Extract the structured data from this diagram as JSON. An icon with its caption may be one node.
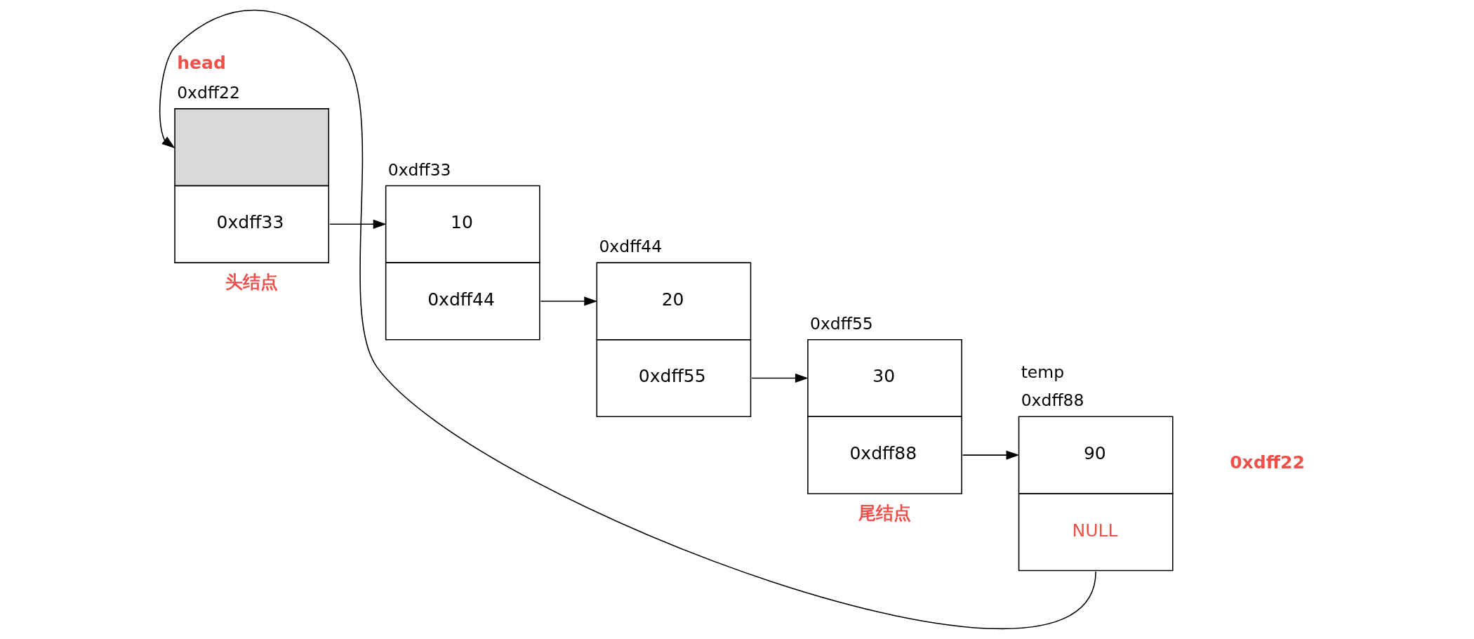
{
  "diagram": {
    "nodes": [
      {
        "text": [
          "0xdff33"
        ],
        "beside": [
          "head",
          "0xdff22",
          "头结点"
        ]
      },
      {
        "text": [
          "10",
          "0xdff44"
        ],
        "beside": [
          "0xdff33"
        ]
      },
      {
        "text": [
          "20",
          "0xdff55"
        ],
        "beside": [
          "0xdff44"
        ]
      },
      {
        "text": [
          "30",
          "0xdff88"
        ],
        "beside": [
          "0xdff55",
          "尾结点"
        ]
      },
      {
        "text": [
          "90",
          "NULL"
        ],
        "beside": [
          "temp",
          "0xdff88"
        ]
      }
    ],
    "edges": [
      {
        "from": 0,
        "to": 1,
        "arrow": "to"
      },
      {
        "from": 1,
        "to": 2,
        "arrow": "to"
      },
      {
        "from": 2,
        "to": 3,
        "arrow": "to"
      },
      {
        "from": 3,
        "to": 4,
        "arrow": "to"
      },
      {
        "from": 4,
        "to": 0,
        "arrow": "to"
      }
    ],
    "labels": [
      "0xdff22"
    ]
  }
}
